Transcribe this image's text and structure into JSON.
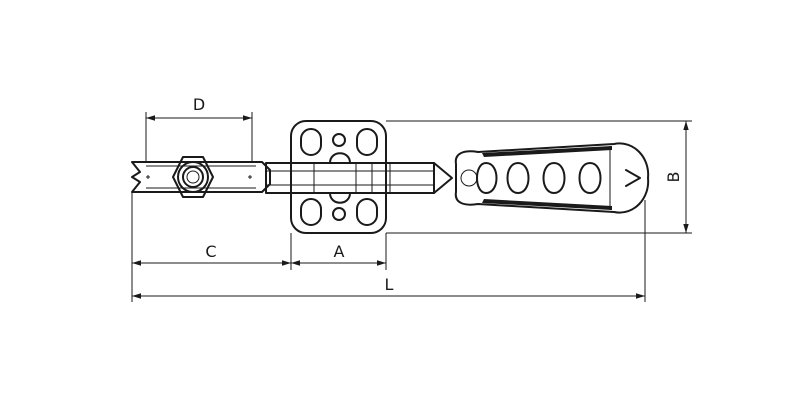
{
  "dimensions": {
    "D": "D",
    "C": "C",
    "A": "A",
    "L": "L",
    "B": "B"
  },
  "colors": {
    "line": "#1a1a1a",
    "background": "#ffffff"
  }
}
